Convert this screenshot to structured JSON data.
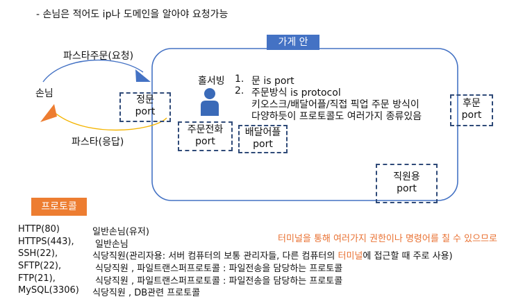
{
  "note": "- 손님은 적어도 ip나 도메인을 알아야 요청가능",
  "store": {
    "title": "가게 안",
    "hall_staff": "홀서빙",
    "points": [
      {
        "num": "1.",
        "text": "문 is port"
      },
      {
        "num": "2.",
        "text": "주문방식 is protocol"
      }
    ],
    "detail_lines": [
      "키오스크/배달어플/직접 픽업 주문 방식이",
      "다양하듯이 프로토콜도 여러가지 종류있음"
    ],
    "ports": {
      "front_door": {
        "line1": "정문",
        "line2": "port"
      },
      "back_door": {
        "line1": "후문",
        "line2": "port"
      },
      "phone_order": {
        "line1": "주문전화",
        "line2": "port"
      },
      "delivery_app": {
        "line1": "배달어플",
        "line2": "port"
      },
      "staff": {
        "line1": "직원용",
        "line2": "port"
      }
    }
  },
  "flow": {
    "customer": "손님",
    "request": "파스타주문(요청)",
    "response": "파스타(응답)"
  },
  "protocol_section": {
    "badge": "프로토콜",
    "terminal_note": "터미널을 통해 여러가지 권한이나 명령어를 칠 수 있으므로",
    "rows": [
      {
        "protocol": "HTTP(80)",
        "desc": "일반손님(유저)"
      },
      {
        "protocol": "HTTPS(443),",
        "desc": "일반손님"
      },
      {
        "protocol": "SSH(22),",
        "desc_parts": [
          "식당직원(관리자용: 서버 컴퓨터의 보통 관리자들, 다른 컴퓨터의 ",
          "터미널",
          "에 접근할 때 주로 사용)"
        ]
      },
      {
        "protocol": "SFTP(22),",
        "desc": "식당직원 , 파일트랜스퍼프로토콜 : 파일전송을 담당하는 프로토콜"
      },
      {
        "protocol": "FTP(21),",
        "desc": "식당직원 , 파일트랜스퍼프로토콜 : 파일전송을 담당하는 프로토콜"
      },
      {
        "protocol": "MySQL(3306)",
        "desc": "식당직원 , DB관련 프로토콜"
      }
    ]
  },
  "colors": {
    "store_border": "#4472c4",
    "store_title_bg": "#4472c4",
    "dash_border": "#2f4a78",
    "request_arrow": "#4472c4",
    "response_arrow": "#f4b400",
    "badge_bg": "#ed7d31",
    "terminal_text": "#e97132",
    "person_icon": "#3a6ab8"
  }
}
